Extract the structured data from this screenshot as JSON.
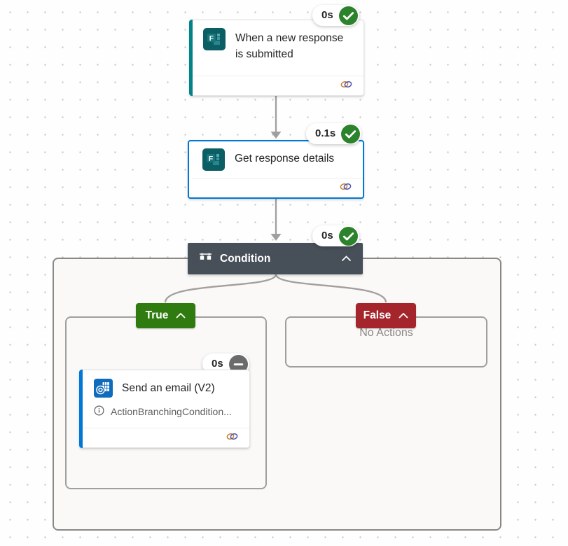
{
  "colors": {
    "teal": "#038387",
    "blue": "#0078d4",
    "condition": "#474f59",
    "true": "#2f7b0f",
    "false": "#a4262c",
    "success": "#2c832c",
    "skipped": "#6b6b6b",
    "connector": "#a19f9d",
    "container_bg": "#faf9f8",
    "container_border": "#8a8886"
  },
  "icons": {
    "trigger_app": "microsoft-forms-icon",
    "action_app": "microsoft-forms-icon",
    "email_app": "outlook-icon",
    "footer": "connection-link-icon",
    "status_success": "check-circle-icon",
    "status_skipped": "minus-circle-icon"
  },
  "trigger": {
    "title": "When a new response is submitted",
    "duration": "0s"
  },
  "get_response": {
    "title": "Get response details",
    "duration": "0.1s"
  },
  "condition": {
    "title": "Condition",
    "duration": "0s"
  },
  "true_branch": {
    "label": "True"
  },
  "false_branch": {
    "label": "False",
    "empty_text": "No Actions"
  },
  "send_email": {
    "title": "Send an email (V2)",
    "note": "ActionBranchingCondition...",
    "duration": "0s"
  }
}
